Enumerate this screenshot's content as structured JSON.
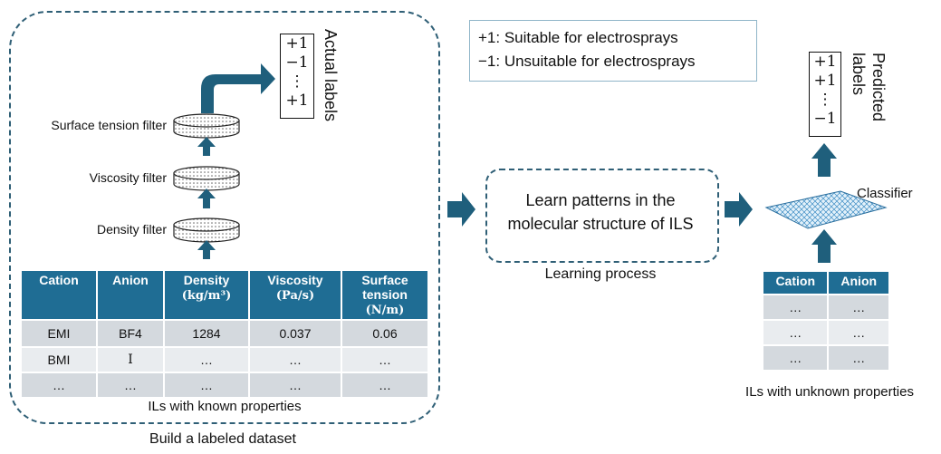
{
  "legend": {
    "pos": "+1: Suitable for electrosprays",
    "neg": "−1: Unsuitable for electrosprays"
  },
  "left_panel": {
    "actual_labels_title": "Actual labels",
    "actual_labels": [
      "+1",
      "−1",
      "⋮",
      "+1"
    ],
    "filters": [
      "Surface tension filter",
      "Viscosity filter",
      "Density filter"
    ],
    "table": {
      "headers": [
        "Cation",
        "Anion",
        "Density",
        "Viscosity",
        "Surface tension"
      ],
      "units": [
        "",
        "",
        "(kg/m³)",
        "(Pa/s)",
        "(N/m)"
      ],
      "rows": [
        [
          "EMI",
          "BF4",
          "1284",
          "0.037",
          "0.06"
        ],
        [
          "BMI",
          "I",
          "…",
          "…",
          "…"
        ],
        [
          "…",
          "…",
          "…",
          "…",
          "…"
        ]
      ]
    },
    "table_caption": "ILs with known properties",
    "panel_caption": "Build a labeled dataset"
  },
  "learning": {
    "text_line1": "Learn patterns in the",
    "text_line2": "molecular structure of ILS",
    "caption": "Learning process"
  },
  "right_panel": {
    "predicted_title": "Predicted labels",
    "predicted_labels": [
      "+1",
      "+1",
      "⋮",
      "−1"
    ],
    "classifier": "Classifier",
    "table": {
      "headers": [
        "Cation",
        "Anion"
      ],
      "rows": [
        [
          "…",
          "…"
        ],
        [
          "…",
          "…"
        ],
        [
          "…",
          "…"
        ]
      ]
    },
    "table_caption": "ILs with unknown properties"
  },
  "colors": {
    "arrow": "#1f5f7c",
    "header": "#1f6d94",
    "dashed_border": "#2f5f76"
  }
}
